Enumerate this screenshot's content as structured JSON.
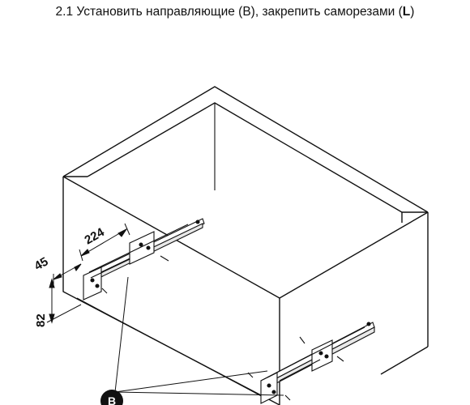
{
  "instruction": {
    "prefix": "2.1 Установить направляющие (",
    "rail_letter": "B",
    "middle": "), закрепить саморезами (",
    "screw_letter": "L",
    "suffix": ")"
  },
  "dimensions": {
    "depth": "224",
    "setback": "45",
    "height": "82"
  },
  "callout_label": "B"
}
